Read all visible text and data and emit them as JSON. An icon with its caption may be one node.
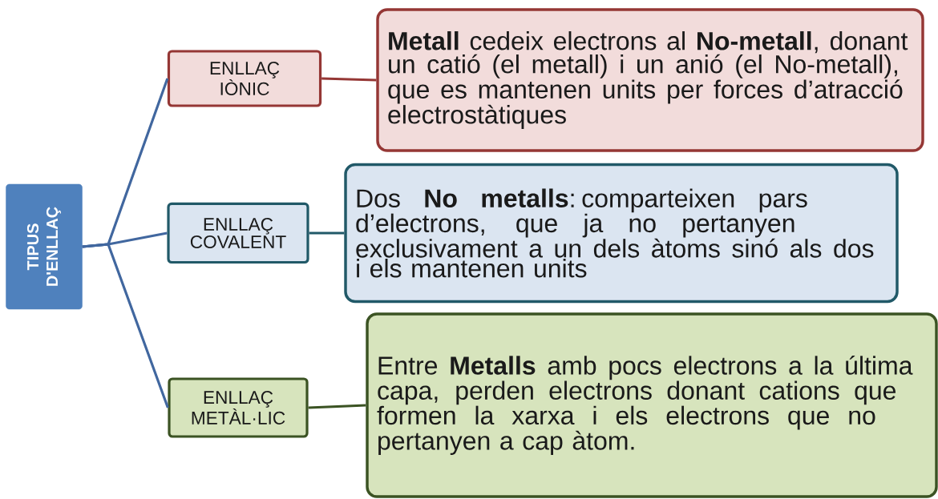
{
  "diagram": {
    "nodes": [
      {
        "text": [
          "TIPUS D'ENLLAÇ"
        ]
      },
      {
        "text": [
          "ENLLAÇ IÒNIC"
        ]
      },
      {
        "text": [
          "**Metall** cedeix electrons al **No-metall**, donant un catió (el metall) i un anió (el No-metall), que es mantenen units per forces d’atracció electrostàtiques"
        ]
      },
      {
        "text": [
          "ENLLAÇ COVALENT"
        ]
      },
      {
        "text": [
          "Dos **No metalls**: comparteixen pars d’electrons, que ja no pertanyen exclusivament a un dels àtoms sinó als dos i els mantenen units"
        ]
      },
      {
        "text": [
          "ENLLAÇ METÀL·LIC"
        ]
      },
      {
        "text": [
          "Entre **Metalls** amb pocs electrons a la última capa, perden electrons donant cations que formen la xarxa i els electrons que no pertanyen a cap àtom."
        ]
      }
    ],
    "edges": [
      {
        "from": 0,
        "to": 1,
        "arrow": "none"
      },
      {
        "from": 0,
        "to": 3,
        "arrow": "none"
      },
      {
        "from": 0,
        "to": 5,
        "arrow": "none"
      },
      {
        "from": 1,
        "to": 2,
        "arrow": "none",
        "color": "#953735"
      },
      {
        "from": 3,
        "to": 4,
        "arrow": "none",
        "color": "#215968"
      },
      {
        "from": 5,
        "to": 6,
        "arrow": "none",
        "color": "#3b5323"
      }
    ]
  }
}
